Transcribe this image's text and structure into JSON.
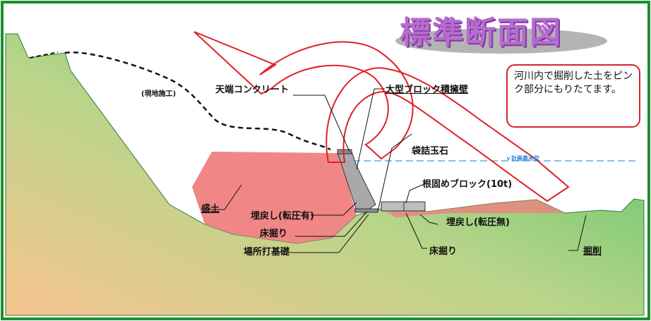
{
  "title": "標準断面図",
  "colors": {
    "frame": "#1e8f2e",
    "ground_green": "#5cc46a",
    "ground_sand": "#f5c68a",
    "fill_pink": "#f08080",
    "callout_red": "#e0202a",
    "title_purple": "#b86ad0",
    "wall_gray": "#a9a9a9",
    "water_line": "#1a7fd4"
  },
  "callout": {
    "text": "河川内で掘削した土をピンク部分にもりたてます。"
  },
  "labels": {
    "tenba": "天端コンクリート",
    "oogata": "大型ブロック積擁壁",
    "kaisai": "(現地施工)",
    "futaitama": "袋詰玉石",
    "hwl": "ｖ計画高水位",
    "negatame": "根固めブロック(10t)",
    "morido": "盛土",
    "umemodoshi1": "埋戻し(転圧有)",
    "tokobori1": "床掘り",
    "bashoochi": "場所打基礎",
    "umemodoshi2": "埋戻し(転圧無)",
    "tokobori2": "床掘り",
    "kussaku": "掘削"
  }
}
